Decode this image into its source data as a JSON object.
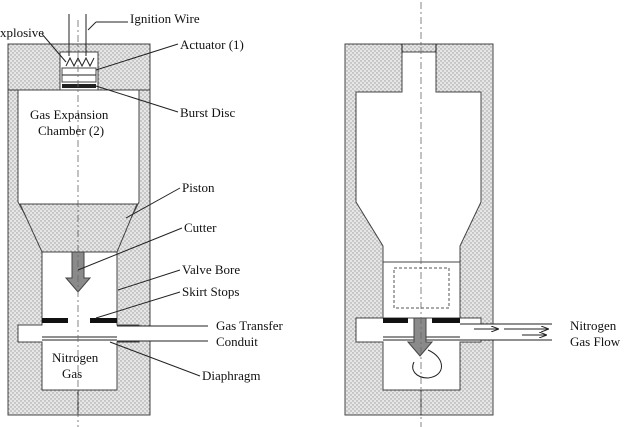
{
  "labels": {
    "explosive": "xplosive",
    "ignition_wire": "Ignition Wire",
    "actuator": "Actuator (1)",
    "burst_disc": "Burst Disc",
    "gas_expansion_1": "Gas Expansion",
    "gas_expansion_2": "Chamber (2)",
    "piston": "Piston",
    "cutter": "Cutter",
    "valve_bore": "Valve Bore",
    "skirt_stops": "Skirt Stops",
    "gas_transfer_1": "Gas Transfer",
    "gas_transfer_2": "Conduit",
    "nitrogen_1": "Nitrogen",
    "nitrogen_2": "Gas",
    "diaphragm": "Diaphragm",
    "nitrogen_flow_1": "Nitrogen",
    "nitrogen_flow_2": "Gas Flow"
  },
  "colors": {
    "line": "#444444",
    "hatch": "#bdbdbd",
    "text": "#111111"
  }
}
